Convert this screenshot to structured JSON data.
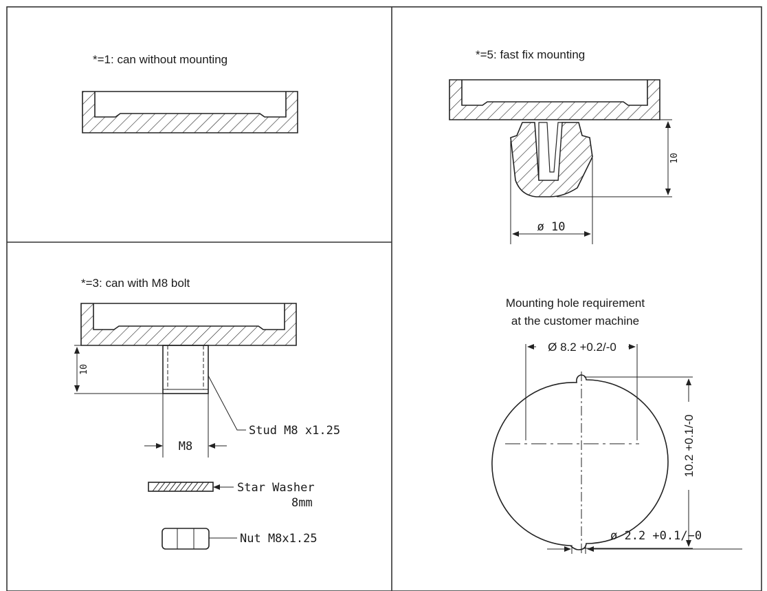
{
  "panels": {
    "top_left": {
      "title": "*=1: can without mounting"
    },
    "top_right": {
      "title": "*=5: fast fix mounting",
      "dim_height": "10",
      "dim_diameter": "ø 10"
    },
    "bottom_left": {
      "title": "*=3: can with M8 bolt",
      "dim_height": "10",
      "dim_thread": "M8",
      "callout_stud": "Stud M8 x1.25",
      "callout_washer_line1": "Star Washer",
      "callout_washer_line2": "8mm",
      "callout_nut": "Nut M8x1.25"
    },
    "bottom_right": {
      "title_line1": "Mounting hole requirement",
      "title_line2": "at the customer machine",
      "dim_diameter": "Ø 8.2 +0.2/-0",
      "dim_height": "10.2 +0.1/-0",
      "dim_notch": "ø 2.2  +0.1/−0"
    }
  }
}
